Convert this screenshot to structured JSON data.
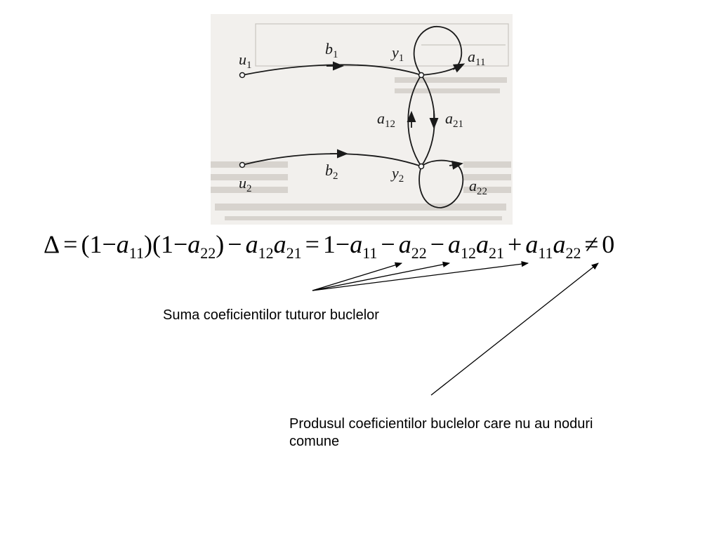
{
  "diagram": {
    "nodes": {
      "u1": {
        "base": "u",
        "sub": "1"
      },
      "u2": {
        "base": "u",
        "sub": "2"
      },
      "y1": {
        "base": "y",
        "sub": "1"
      },
      "y2": {
        "base": "y",
        "sub": "2"
      }
    },
    "edges": {
      "b1": {
        "base": "b",
        "sub": "1"
      },
      "b2": {
        "base": "b",
        "sub": "2"
      },
      "a11": {
        "base": "a",
        "sub": "11"
      },
      "a22": {
        "base": "a",
        "sub": "22"
      },
      "a12": {
        "base": "a",
        "sub": "12"
      },
      "a21": {
        "base": "a",
        "sub": "21"
      }
    }
  },
  "formula": {
    "delta": "Δ",
    "eq": "=",
    "lp": "(",
    "rp": ")",
    "one": "1",
    "minus": "−",
    "plus": "+",
    "neq": "≠",
    "zero": "0",
    "a": "a",
    "s11": "11",
    "s22": "22",
    "s12": "12",
    "s21": "21"
  },
  "annotations": {
    "sum_label": "Suma coeficientilor tuturor buclelor",
    "product_label": "Produsul coeficientilor buclelor care nu au noduri comune"
  }
}
